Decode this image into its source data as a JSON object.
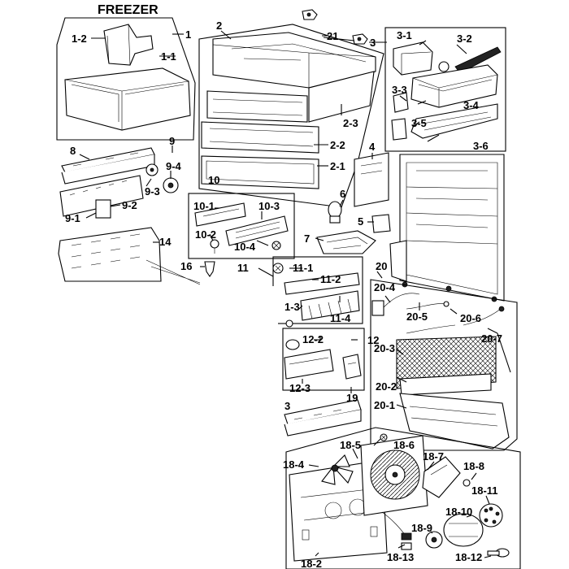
{
  "title": "FREEZER",
  "callouts": [
    {
      "id": "l1",
      "text": "1"
    },
    {
      "id": "l1_1",
      "text": "1-1"
    },
    {
      "id": "l1_2",
      "text": "1-2"
    },
    {
      "id": "l2",
      "text": "2"
    },
    {
      "id": "l2_1",
      "text": "2-1"
    },
    {
      "id": "l2_2",
      "text": "2-2"
    },
    {
      "id": "l2_3",
      "text": "2-3"
    },
    {
      "id": "l21",
      "text": "21"
    },
    {
      "id": "l3",
      "text": "3"
    },
    {
      "id": "l3_1",
      "text": "3-1"
    },
    {
      "id": "l3_2",
      "text": "3-2"
    },
    {
      "id": "l3_3",
      "text": "3-3"
    },
    {
      "id": "l3_4",
      "text": "3-4"
    },
    {
      "id": "l3_5",
      "text": "3-5"
    },
    {
      "id": "l3_6",
      "text": "3-6"
    },
    {
      "id": "l4",
      "text": "4"
    },
    {
      "id": "l5",
      "text": "5"
    },
    {
      "id": "l6",
      "text": "6"
    },
    {
      "id": "l7",
      "text": "7"
    },
    {
      "id": "l8",
      "text": "8"
    },
    {
      "id": "l9",
      "text": "9"
    },
    {
      "id": "l9_1",
      "text": "9-1"
    },
    {
      "id": "l9_2",
      "text": "9-2"
    },
    {
      "id": "l9_3",
      "text": "9-3"
    },
    {
      "id": "l9_4",
      "text": "9-4"
    },
    {
      "id": "l10",
      "text": "10"
    },
    {
      "id": "l10_1",
      "text": "10-1"
    },
    {
      "id": "l10_2",
      "text": "10-2"
    },
    {
      "id": "l10_3",
      "text": "10-3"
    },
    {
      "id": "l10_4",
      "text": "10-4"
    },
    {
      "id": "l11",
      "text": "11"
    },
    {
      "id": "l11_1",
      "text": "11-1"
    },
    {
      "id": "l11_2",
      "text": "11-2"
    },
    {
      "id": "l11_3",
      "text": "1-3"
    },
    {
      "id": "l11_4",
      "text": "11-4"
    },
    {
      "id": "l12",
      "text": "12"
    },
    {
      "id": "l12_2",
      "text": "12-2"
    },
    {
      "id": "l12_3",
      "text": "12-3"
    },
    {
      "id": "l13",
      "text": "3"
    },
    {
      "id": "l14",
      "text": "14"
    },
    {
      "id": "l16",
      "text": "16"
    },
    {
      "id": "l18_2",
      "text": "18-2"
    },
    {
      "id": "l18_4",
      "text": "18-4"
    },
    {
      "id": "l18_5",
      "text": "18-5"
    },
    {
      "id": "l18_6",
      "text": "18-6"
    },
    {
      "id": "l18_7",
      "text": "18-7"
    },
    {
      "id": "l18_8",
      "text": "18-8"
    },
    {
      "id": "l18_9",
      "text": "18-9"
    },
    {
      "id": "l18_10",
      "text": "18-10"
    },
    {
      "id": "l18_11",
      "text": "18-11"
    },
    {
      "id": "l18_12",
      "text": "18-12"
    },
    {
      "id": "l18_13",
      "text": "18-13"
    },
    {
      "id": "l19",
      "text": "19"
    },
    {
      "id": "l20",
      "text": "20"
    },
    {
      "id": "l20_1",
      "text": "20-1"
    },
    {
      "id": "l20_2",
      "text": "20-2"
    },
    {
      "id": "l20_3",
      "text": "20-3"
    },
    {
      "id": "l20_4",
      "text": "20-4"
    },
    {
      "id": "l20_5",
      "text": "20-5"
    },
    {
      "id": "l20_6",
      "text": "20-6"
    },
    {
      "id": "l20_7",
      "text": "20-7"
    }
  ]
}
